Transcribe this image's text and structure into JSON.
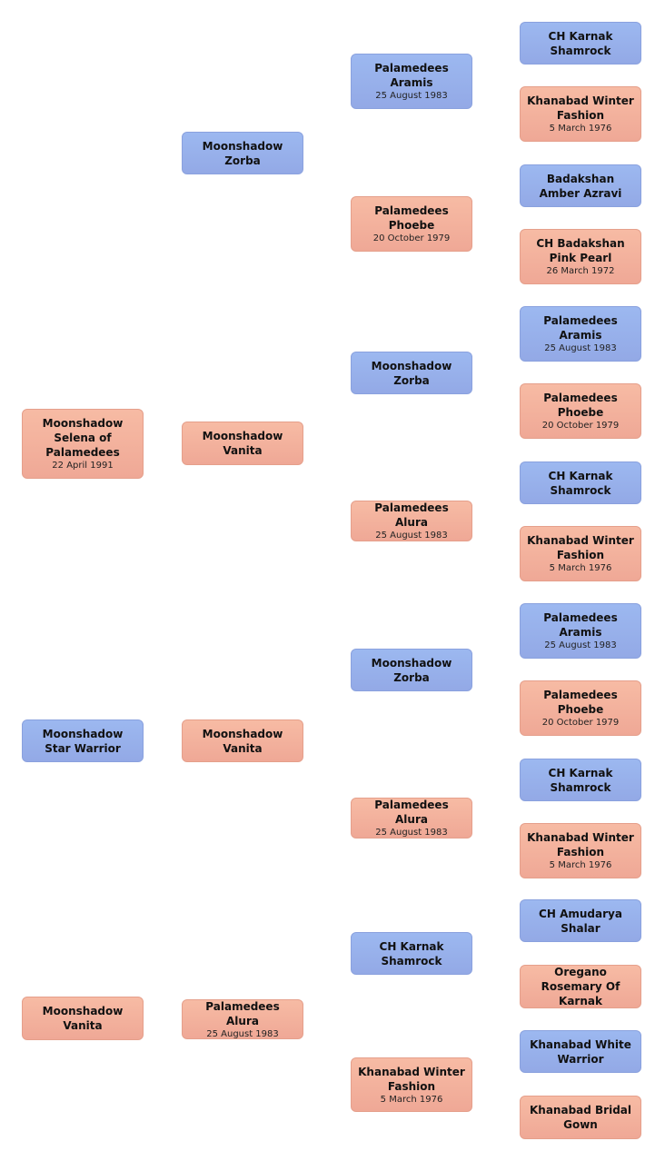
{
  "colors": {
    "male": "#9cb8f0",
    "female": "#f7bba4"
  },
  "nodes": [
    {
      "id": "n1",
      "name": "Moonshadow Selena of Palamedees",
      "date": "22 April 1991",
      "sex": "female"
    },
    {
      "id": "n2",
      "name": "Moonshadow Star Warrior",
      "date": "",
      "sex": "male"
    },
    {
      "id": "n3",
      "name": "Moonshadow Vanita",
      "date": "",
      "sex": "female"
    },
    {
      "id": "g1",
      "name": "Moonshadow Zorba",
      "date": "",
      "sex": "male"
    },
    {
      "id": "g2",
      "name": "Moonshadow Vanita",
      "date": "",
      "sex": "female"
    },
    {
      "id": "g3",
      "name": "Moonshadow Vanita",
      "date": "",
      "sex": "female"
    },
    {
      "id": "g4",
      "name": "Palamedees Alura",
      "date": "25 August 1983",
      "sex": "female"
    },
    {
      "id": "h1",
      "name": "Palamedees Aramis",
      "date": "25 August 1983",
      "sex": "male"
    },
    {
      "id": "h2",
      "name": "Palamedees Phoebe",
      "date": "20 October 1979",
      "sex": "female"
    },
    {
      "id": "h3",
      "name": "Moonshadow Zorba",
      "date": "",
      "sex": "male"
    },
    {
      "id": "h4",
      "name": "Palamedees Alura",
      "date": "25 August 1983",
      "sex": "female"
    },
    {
      "id": "h5",
      "name": "Moonshadow Zorba",
      "date": "",
      "sex": "male"
    },
    {
      "id": "h6",
      "name": "Palamedees Alura",
      "date": "25 August 1983",
      "sex": "female"
    },
    {
      "id": "h7",
      "name": "CH Karnak Shamrock",
      "date": "",
      "sex": "male"
    },
    {
      "id": "h8",
      "name": "Khanabad Winter Fashion",
      "date": "5 March 1976",
      "sex": "female"
    },
    {
      "id": "k1",
      "name": "CH Karnak Shamrock",
      "date": "",
      "sex": "male"
    },
    {
      "id": "k2",
      "name": "Khanabad Winter Fashion",
      "date": "5 March 1976",
      "sex": "female"
    },
    {
      "id": "k3",
      "name": "Badakshan Amber Azravi",
      "date": "",
      "sex": "male"
    },
    {
      "id": "k4",
      "name": "CH Badakshan Pink Pearl",
      "date": "26 March 1972",
      "sex": "female"
    },
    {
      "id": "k5",
      "name": "Palamedees Aramis",
      "date": "25 August 1983",
      "sex": "male"
    },
    {
      "id": "k6",
      "name": "Palamedees Phoebe",
      "date": "20 October 1979",
      "sex": "female"
    },
    {
      "id": "k7",
      "name": "CH Karnak Shamrock",
      "date": "",
      "sex": "male"
    },
    {
      "id": "k8",
      "name": "Khanabad Winter Fashion",
      "date": "5 March 1976",
      "sex": "female"
    },
    {
      "id": "k9",
      "name": "Palamedees Aramis",
      "date": "25 August 1983",
      "sex": "male"
    },
    {
      "id": "k10",
      "name": "Palamedees Phoebe",
      "date": "20 October 1979",
      "sex": "female"
    },
    {
      "id": "k11",
      "name": "CH Karnak Shamrock",
      "date": "",
      "sex": "male"
    },
    {
      "id": "k12",
      "name": "Khanabad Winter Fashion",
      "date": "5 March 1976",
      "sex": "female"
    },
    {
      "id": "k13",
      "name": "CH Amudarya Shalar",
      "date": "",
      "sex": "male"
    },
    {
      "id": "k14",
      "name": "Oregano Rosemary Of Karnak",
      "date": "",
      "sex": "female"
    },
    {
      "id": "k15",
      "name": "Khanabad White Warrior",
      "date": "",
      "sex": "male"
    },
    {
      "id": "k16",
      "name": "Khanabad Bridal Gown",
      "date": "",
      "sex": "female"
    }
  ]
}
